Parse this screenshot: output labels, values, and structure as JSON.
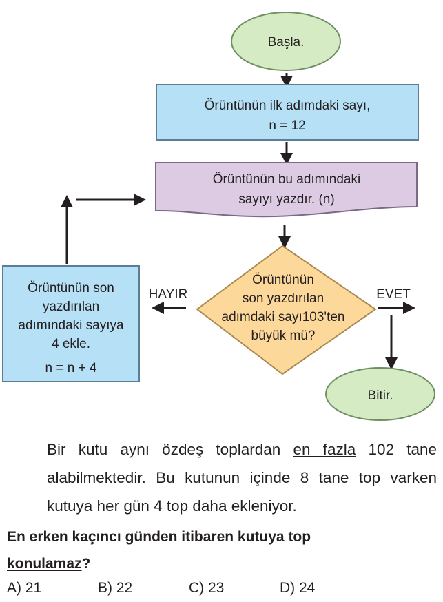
{
  "flowchart": {
    "start": "Başla.",
    "init_line1": "Örüntünün ilk adımdaki sayı,",
    "init_line2": "n = 12",
    "print_line1": "Örüntünün bu adımındaki",
    "print_line2": "sayıyı yazdır. (n)",
    "decision_lines": [
      "Örüntünün",
      "son yazdırılan",
      "adımdaki sayı103'ten",
      "büyük mü?"
    ],
    "no_label": "HAYIR",
    "yes_label": "EVET",
    "add_lines": [
      "Örüntünün son",
      "yazdırılan",
      "adımındaki sayıya",
      "4 ekle.",
      "n = n + 4"
    ],
    "end": "Bitir.",
    "colors": {
      "terminal": "#d4ebc4",
      "process": "#b5e0f5",
      "output": "#dccbe3",
      "decision": "#fcd89a"
    }
  },
  "problem": {
    "text_before": "Bir kutu aynı özdeş toplardan ",
    "underlined": "en fazla",
    "text_after": " 102 tane alabilmektedir. Bu kutunun içinde 8 tane top varken kutuya her gün 4 top daha ekleniyor.",
    "question_line1": "En erken kaçıncı günden itibaren kutuya top",
    "question_underlined": "konulamaz",
    "question_end": "?",
    "options": [
      "A) 21",
      "B) 22",
      "C) 23",
      "D) 24"
    ]
  }
}
